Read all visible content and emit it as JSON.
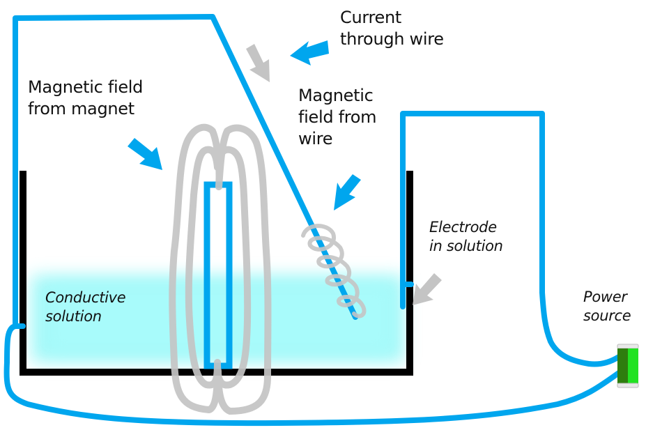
{
  "diagram": {
    "title": "Magnetohydrodynamic circuit with magnet, wire and conductive solution",
    "colors": {
      "wire": "#00a6ee",
      "container": "#000000",
      "solution": "#9ff8f8",
      "field_lines": "#c4c4c4",
      "callout_arrow": "#00a6ee",
      "gray_arrow": "#c4c4c4",
      "battery_dark": "#2e7d0e",
      "battery_light": "#22e222",
      "text": "#111111"
    },
    "labels": {
      "current_through_wire": "Current\nthrough wire",
      "magnetic_field_from_magnet": "Magnetic field\nfrom magnet",
      "magnetic_field_from_wire": "Magnetic\nfield from\nwire",
      "electrode_in_solution": "Electrode\nin solution",
      "conductive_solution": "Conductive\nsolution",
      "power_source": "Power\nsource"
    },
    "components": [
      {
        "name": "magnet",
        "description": "vertical bar magnet standing in the solution"
      },
      {
        "name": "wire",
        "description": "current-carrying wire dipping diagonally into the solution"
      },
      {
        "name": "electrode",
        "description": "electrode on right wall of container"
      },
      {
        "name": "container",
        "description": "open-top vessel holding conductive solution"
      },
      {
        "name": "battery",
        "description": "power source closing the circuit"
      }
    ],
    "icons": {
      "battery": "battery-icon",
      "arrow_blue": "arrow-icon",
      "arrow_gray": "arrow-icon"
    }
  }
}
